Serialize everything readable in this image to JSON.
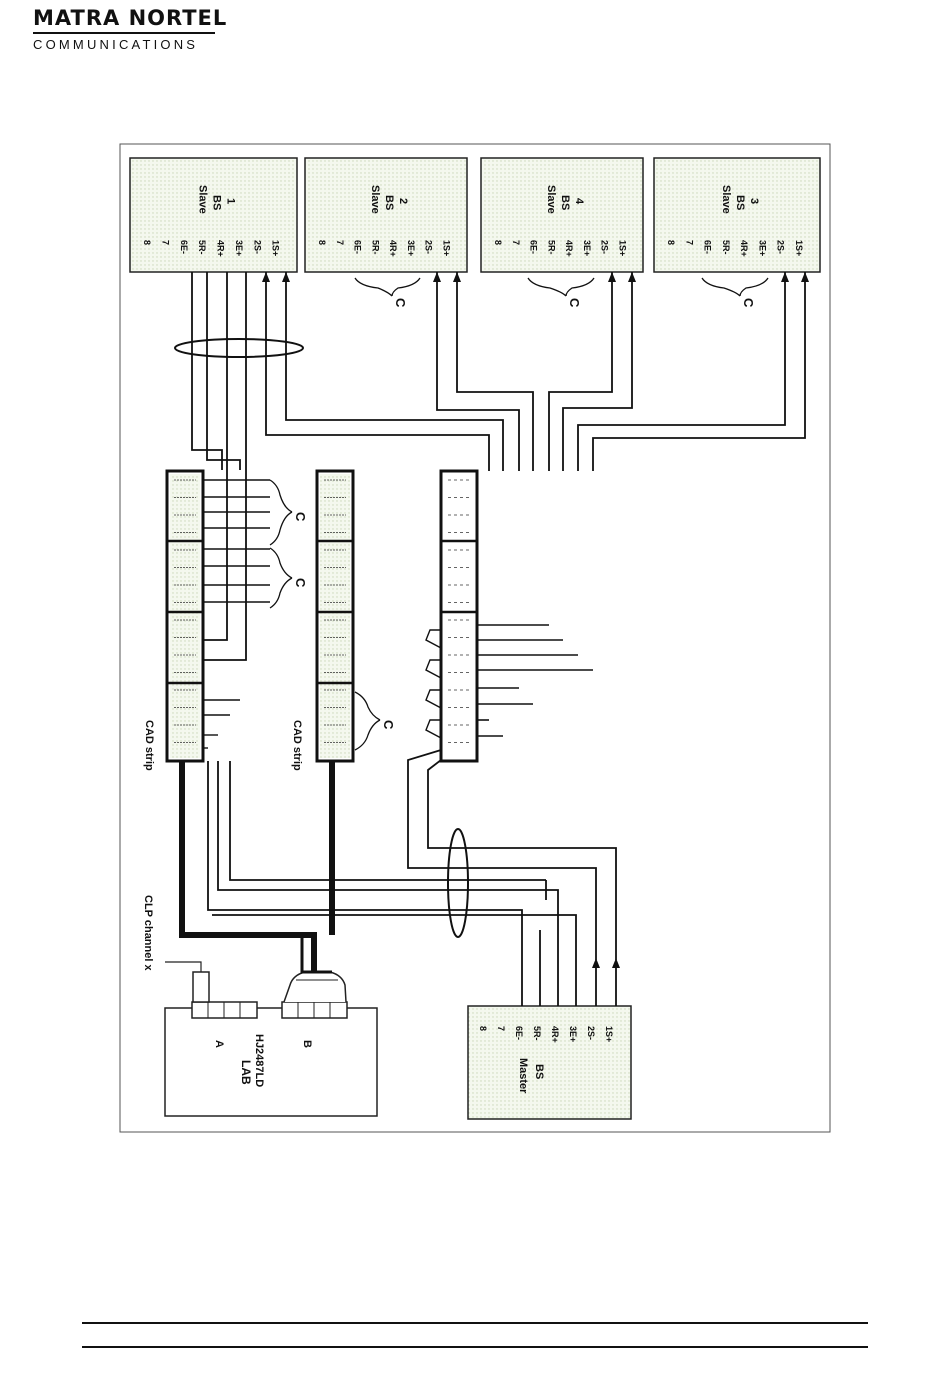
{
  "logo": {
    "line1": "MATRA NORTEL",
    "line2": "COMMUNICATIONS"
  },
  "slave_bs": [
    {
      "title1": "Slave",
      "title2": "BS",
      "num": "1",
      "pins": [
        "8",
        "7",
        "6E-",
        "5R-",
        "4R+",
        "3E+",
        "2S-",
        "1S+"
      ]
    },
    {
      "title1": "Slave",
      "title2": "BS",
      "num": "2",
      "pins": [
        "8",
        "7",
        "6E-",
        "5R-",
        "4R+",
        "3E+",
        "2S-",
        "1S+"
      ]
    },
    {
      "title1": "Slave",
      "title2": "BS",
      "num": "4",
      "pins": [
        "8",
        "7",
        "6E-",
        "5R-",
        "4R+",
        "3E+",
        "2S-",
        "1S+"
      ]
    },
    {
      "title1": "Slave",
      "title2": "BS",
      "num": "3",
      "pins": [
        "8",
        "7",
        "6E-",
        "5R-",
        "4R+",
        "3E+",
        "2S-",
        "1S+"
      ]
    }
  ],
  "master_bs": {
    "title1": "Master",
    "title2": "BS",
    "pins": [
      "8",
      "7",
      "6E-",
      "5R-",
      "4R+",
      "3E+",
      "2S-",
      "1S+"
    ]
  },
  "cad_strip_1": {
    "label": "CAD strip"
  },
  "cad_strip_2": {
    "label": "CAD strip"
  },
  "clp_label": "CLP channel x",
  "lab": {
    "line1": "LAB",
    "line2": "HJ2487LD",
    "port_a": "A",
    "port_b": "B"
  },
  "bracket_marks": [
    "C",
    "C",
    "C",
    "C",
    "C",
    "C"
  ]
}
